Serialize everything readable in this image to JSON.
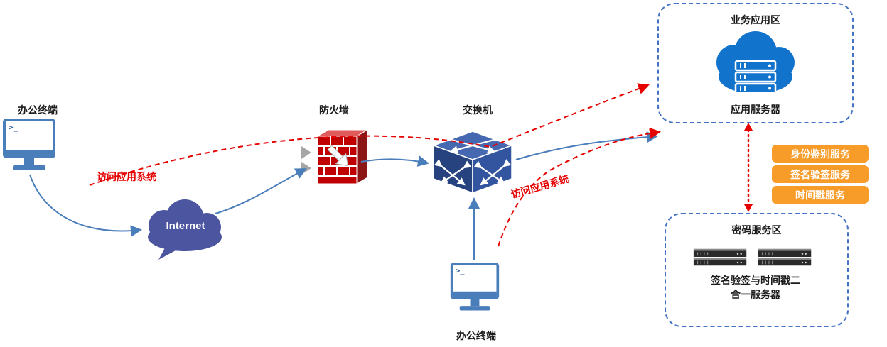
{
  "diagram": {
    "terminal_left_label": "办公终端",
    "terminal_bottom_label": "办公终端",
    "internet_label": "Internet",
    "firewall_label": "防火墙",
    "switch_label": "交换机",
    "business_zone_title": "业务应用区",
    "app_server_label": "应用服务器",
    "crypto_zone_title": "密码服务区",
    "crypto_server_label": "签名验签与时间戳二合一服务器",
    "flow_left_label": "访问应用系统",
    "flow_bottom_label": "访问应用系统",
    "services": [
      {
        "label": "身份鉴别服务"
      },
      {
        "label": "签名验签服务"
      },
      {
        "label": "时间戳服务"
      }
    ]
  },
  "colors": {
    "line_blue": "#4a7ebb",
    "flow_red": "#e60000",
    "zone_border": "#4472c4",
    "service_orange": "#f79b29",
    "internet_cloud": "#4c56a0",
    "business_cloud": "#1273cc",
    "firewall_red": "#c00000",
    "switch_blue": "#2b4a8c"
  }
}
